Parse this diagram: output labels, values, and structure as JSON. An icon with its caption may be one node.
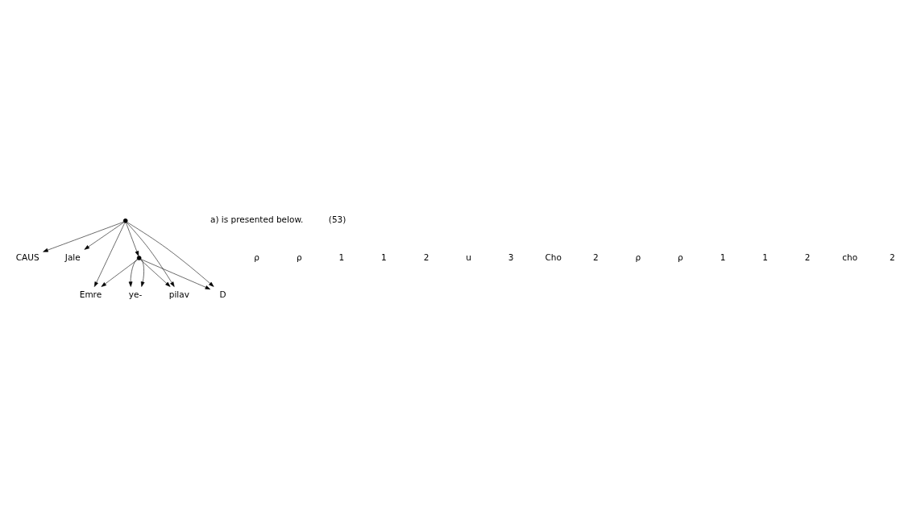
{
  "diagram": {
    "nodes": [
      {
        "text": [],
        "shape": "point"
      },
      {
        "text": [
          "CAUS"
        ]
      },
      {
        "text": [
          "Jale"
        ]
      },
      {
        "text": [],
        "shape": "point"
      },
      {
        "text": [
          "ye-"
        ]
      },
      {
        "text": [
          "Emre"
        ]
      },
      {
        "text": [
          "pilav"
        ]
      },
      {
        "text": [
          "D"
        ]
      }
    ],
    "edges": [
      {
        "from": 0,
        "to": 1,
        "arrow": "to"
      },
      {
        "from": 0,
        "to": 2,
        "arrow": "to"
      },
      {
        "from": 0,
        "to": 3,
        "arrow": "to"
      },
      {
        "from": 0,
        "to": 5,
        "arrow": "to"
      },
      {
        "from": 0,
        "to": 6,
        "arrow": "to"
      },
      {
        "from": 0,
        "to": 7,
        "arrow": "to"
      },
      {
        "from": 3,
        "to": 4,
        "arrow": "to"
      },
      {
        "from": 3,
        "to": 4,
        "arrow": "to"
      },
      {
        "from": 3,
        "to": 5,
        "arrow": "to"
      },
      {
        "from": 3,
        "to": 6,
        "arrow": "to"
      },
      {
        "from": 3,
        "to": 7,
        "arrow": "to"
      }
    ],
    "labels": [
      "a) is presented below.",
      "(53)",
      "ρ",
      "ρ",
      "1",
      "1",
      "2",
      "u",
      "3",
      "Cho",
      "2",
      "ρ",
      "ρ",
      "1",
      "1",
      "2",
      "cho",
      "2"
    ]
  }
}
